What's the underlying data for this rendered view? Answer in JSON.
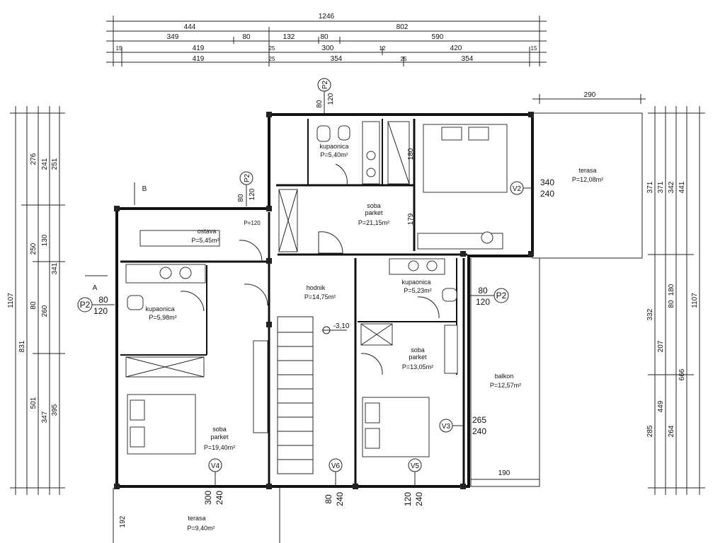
{
  "top_dims": {
    "overall": "1246",
    "row2": [
      "444",
      "802"
    ],
    "row3": [
      "349",
      "80",
      "132",
      "80",
      "590"
    ],
    "row4": [
      "419",
      "300",
      "420"
    ],
    "row5": [
      "419",
      "354",
      "354"
    ],
    "small": [
      "15",
      "25",
      "12",
      "15",
      "25",
      "25"
    ]
  },
  "right_top_dim": "290",
  "left_dims": {
    "outer": "1107",
    "mid": [
      "831"
    ],
    "inner": [
      "276",
      "250",
      "80",
      "501"
    ],
    "inner2": [
      "241",
      "130",
      "260",
      "347"
    ],
    "inner3": [
      "251",
      "341",
      "395"
    ]
  },
  "right_dims": {
    "outer": "1107",
    "inner": [
      "441",
      "666"
    ],
    "inner2": [
      "371",
      "342",
      "180",
      "207",
      "449",
      "264"
    ],
    "inner3": [
      "371",
      "332",
      "80",
      "285"
    ]
  },
  "rooms": {
    "kupaonica_top": {
      "name": "kupaonica",
      "area": "P=5,40m²"
    },
    "soba_mid": {
      "name": "soba",
      "floor": "parket",
      "area": "P=21,15m²"
    },
    "terasa_top": {
      "name": "terasa",
      "area": "P=12,08m²"
    },
    "ostava": {
      "name": "ostava",
      "area": "P=5,45m²"
    },
    "kupaonica_left": {
      "name": "kupaonica",
      "area": "P=5,98m²"
    },
    "hodnik": {
      "name": "hodnik",
      "area": "P=14,75m²"
    },
    "kupaonica_right": {
      "name": "kupaonica",
      "area": "P=5,23m²"
    },
    "soba_right": {
      "name": "soba",
      "floor": "parket",
      "area": "P=13,05m²"
    },
    "balkon": {
      "name": "balkon",
      "area": "P=12,57m²"
    },
    "soba_left": {
      "name": "soba",
      "floor": "parket",
      "area": "P=19,40m²"
    },
    "terasa_bottom": {
      "name": "terasa",
      "area": "P=9,40m²"
    }
  },
  "tags": {
    "p2_top": {
      "tag": "P2",
      "w": "80",
      "h": "120"
    },
    "p2_mid": {
      "tag": "P2",
      "w": "80",
      "h": "120"
    },
    "p2_left": {
      "tag": "P2",
      "w": "80",
      "h": "120"
    },
    "p2_right": {
      "tag": "P2",
      "w": "80",
      "h": "120"
    },
    "v2": {
      "tag": "V2",
      "w": "340",
      "h": "240"
    },
    "v3": {
      "tag": "V3",
      "w": "265",
      "h": "240"
    },
    "v4": {
      "tag": "V4",
      "w": "300",
      "h": "240"
    },
    "v5": {
      "tag": "V5",
      "w": "120",
      "h": "240"
    },
    "v6": {
      "tag": "V6",
      "w": "80",
      "h": "240"
    }
  },
  "misc": {
    "p120": "P=120",
    "level": "-3,10",
    "dim180": "180",
    "dim179": "179",
    "dim190": "190",
    "dim192": "192",
    "section_a": "A",
    "section_b": "B"
  }
}
